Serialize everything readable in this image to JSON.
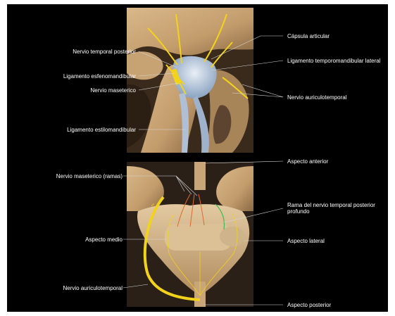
{
  "top_panel": {
    "labels": {
      "capsula": "Cápsula articular",
      "temporal_posterior": "Nervio temporal posterior",
      "lig_lateral": "Ligamento temporomandibular lateral",
      "esfenomandibular": "Ligamento esfenomandibular",
      "maseterico": "Nervio maseterico",
      "auriculotemporal": "Nervio auriculotemporal",
      "estilomandibular": "Ligamento estilomandibular"
    }
  },
  "bottom_panel": {
    "labels": {
      "aspecto_anterior": "Aspecto anterior",
      "maseterico_ramas": "Nervio maseterico (ramas)",
      "rama_temporal": "Rama del nervio temporal posterior profundo",
      "aspecto_medio": "Aspecto medio",
      "aspecto_lateral": "Aspecto lateral",
      "auriculotemporal": "Nervio auriculotemporal",
      "aspecto_posterior": "Aspecto posterior"
    }
  },
  "colors": {
    "background": "#000000",
    "bone": "#c9a57a",
    "ligament": "#b8c8dc",
    "nerve": "#f2d21a",
    "label_text": "#ffffff"
  }
}
